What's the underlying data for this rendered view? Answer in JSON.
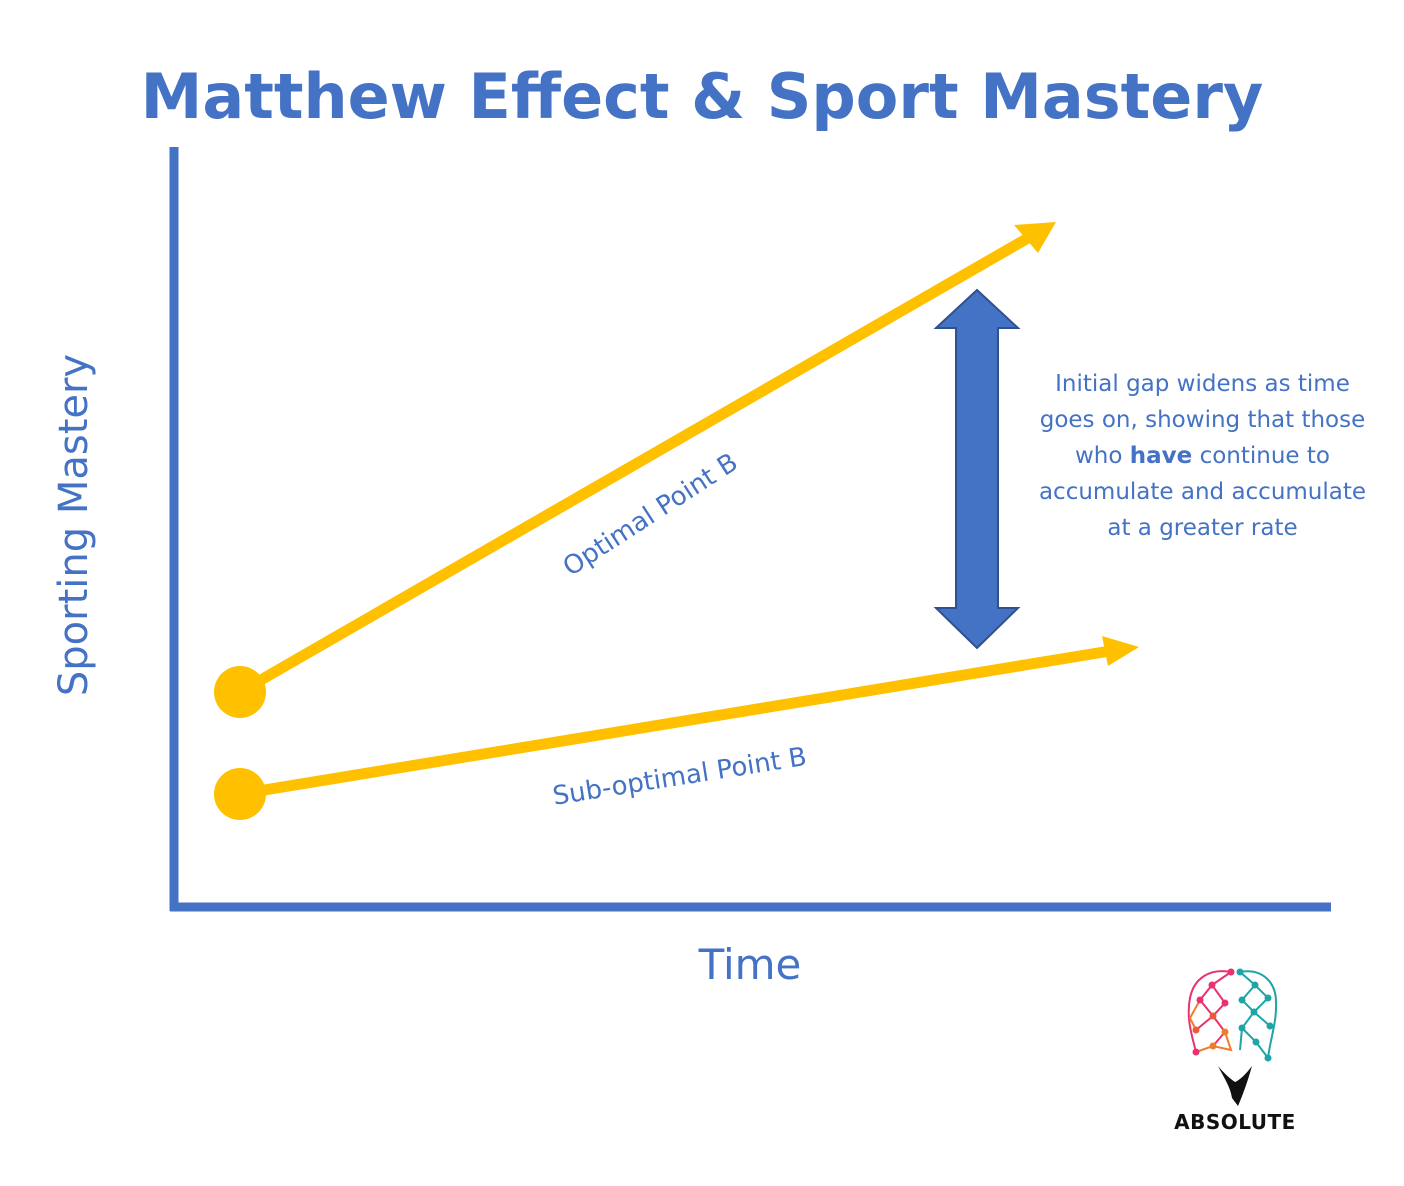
{
  "title": "Matthew Effect & Sport Mastery",
  "axes": {
    "x_label": "Time",
    "y_label": "Sporting Mastery"
  },
  "lines": [
    {
      "label": "Optimal Point B"
    },
    {
      "label": "Sub-optimal Point B"
    }
  ],
  "annotation": {
    "part1": "Initial gap widens as time goes on, showing that those who ",
    "bold": "have",
    "part2": " continue to accumulate and accumulate at a greater rate"
  },
  "logo": {
    "text": "ABSOLUTE",
    "icon": "brain-network-icon"
  },
  "colors": {
    "accent": "#4472c4",
    "line": "#ffc000"
  }
}
